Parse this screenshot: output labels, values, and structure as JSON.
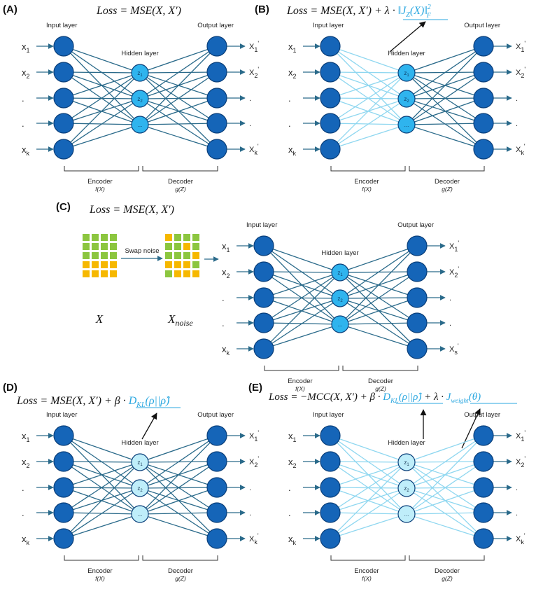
{
  "colors": {
    "node_dark": "#1565b8",
    "node_dark_stroke": "#0a3f7a",
    "hidden_blue": "#2fb4ee",
    "hidden_pale": "#bfeefa",
    "edge_dark": "#2a6a8a",
    "edge_light": "#8fd7f0",
    "accent": "#2aa7e0",
    "grid_green": "#8cc63f",
    "grid_orange": "#f6b800"
  },
  "common": {
    "input_layer": "Input layer",
    "hidden_layer": "Hidden layer",
    "output_layer": "Output layer",
    "encoder": "Encoder",
    "encoder_fn": "f(X)",
    "decoder": "Decoder",
    "decoder_fn": "g(Z)",
    "in_labels": [
      {
        "main": "x",
        "sub": "1"
      },
      {
        "main": "x",
        "sub": "2"
      },
      {
        "main": ".",
        "sub": ""
      },
      {
        "main": ".",
        "sub": ""
      },
      {
        "main": "x",
        "sub": "k"
      }
    ],
    "out_labels": [
      {
        "main": "X",
        "sub": "1",
        "sup": "'"
      },
      {
        "main": "X",
        "sub": "2",
        "sup": "'"
      },
      {
        "main": ".",
        "sub": "",
        "sup": ""
      },
      {
        "main": ".",
        "sub": "",
        "sup": ""
      },
      {
        "main": "X",
        "sub": "k",
        "sup": "'"
      }
    ],
    "hidden_labels": [
      {
        "main": "z",
        "sub": "1"
      },
      {
        "main": "z",
        "sub": "2"
      },
      {
        "main": "...",
        "sub": ""
      }
    ]
  },
  "panels": {
    "A": {
      "tag": "(A)",
      "loss": {
        "lhs": "Loss",
        "eq": " = ",
        "term1": "MSE(X, X′)"
      }
    },
    "B": {
      "tag": "(B)",
      "loss": {
        "lhs": "Loss",
        "eq": " = ",
        "term1": "MSE(X, X′)",
        "op": " + λ · ",
        "reg_main": "‖J",
        "reg_sub": "Z",
        "reg_mid": "(X)‖",
        "reg_sup": "2",
        "reg_sub2": "F"
      }
    },
    "C": {
      "tag": "(C)",
      "loss": {
        "lhs": "Loss",
        "eq": " = ",
        "term1": "MSE(X, X′)"
      },
      "swap_noise": "Swap noise",
      "x_label": "X",
      "xnoise_main": "X",
      "xnoise_sub": "noise",
      "out_last_sub": "s"
    },
    "D": {
      "tag": "(D)",
      "loss": {
        "lhs": "Loss",
        "eq": " = ",
        "term1": "MSE(X, X′)",
        "op": " + β · ",
        "kl_main": "D",
        "kl_sub": "KL",
        "kl_rest": "(ρ||ρ̂)"
      }
    },
    "E": {
      "tag": "(E)",
      "loss": {
        "lhs": "Loss",
        "eq": " = ",
        "term1": "−MCC(X, X′)",
        "op": " + β · ",
        "kl_main": "D",
        "kl_sub": "KL",
        "kl_rest": "(ρ||ρ̂)",
        "op2": " + λ · ",
        "jw_main": "J",
        "jw_sub": "weight",
        "jw_rest": "(θ)"
      }
    }
  }
}
